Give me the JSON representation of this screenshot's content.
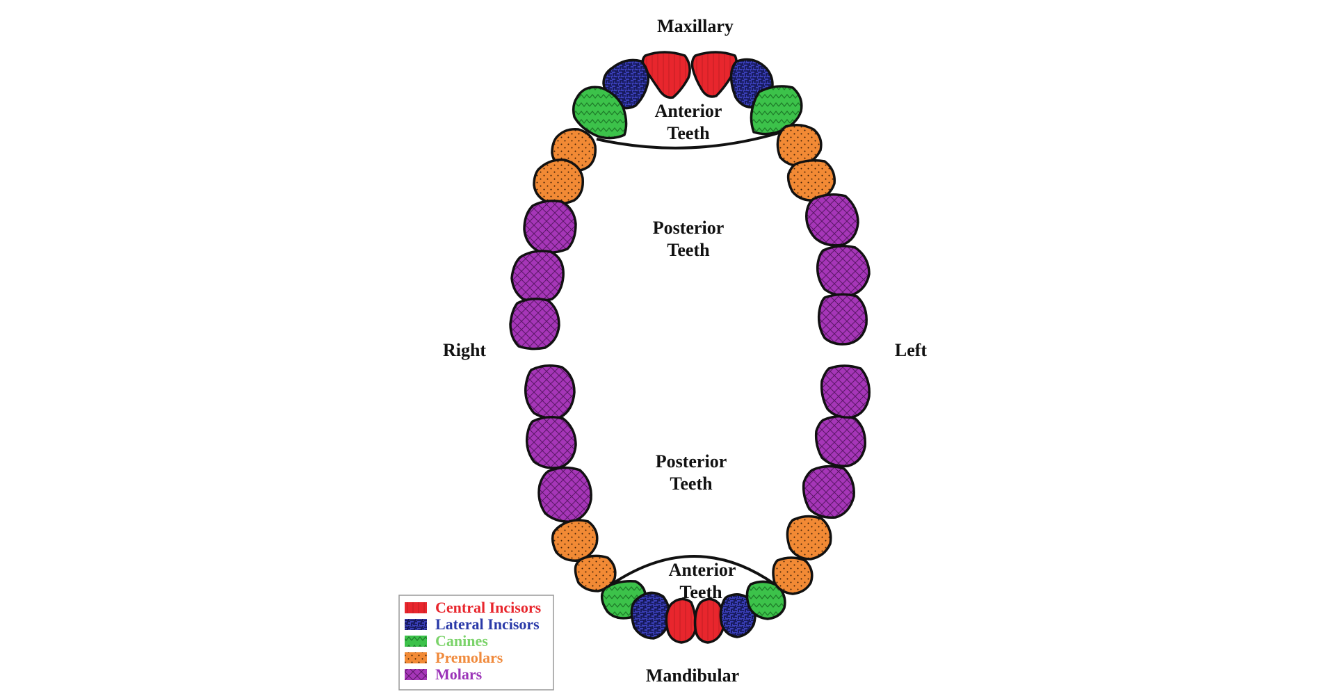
{
  "labels": {
    "maxillary": "Maxillary",
    "mandibular": "Mandibular",
    "right": "Right",
    "left": "Left",
    "upper_anterior": [
      "Anterior",
      "Teeth"
    ],
    "upper_posterior": [
      "Posterior",
      "Teeth"
    ],
    "lower_posterior": [
      "Posterior",
      "Teeth"
    ],
    "lower_anterior": [
      "Anterior",
      "Teeth"
    ]
  },
  "legend": [
    {
      "label": "Central Incisors",
      "type": "central",
      "text_color": "#e8262d",
      "fill": "#e8262d"
    },
    {
      "label": "Lateral Incisors",
      "type": "lateral",
      "text_color": "#2a3aa8",
      "fill": "#3a3fb8"
    },
    {
      "label": "Canines",
      "type": "canine",
      "text_color": "#7bd36a",
      "fill": "#3cc24a"
    },
    {
      "label": "Premolars",
      "type": "premolar",
      "text_color": "#f08a3c",
      "fill": "#f28a35"
    },
    {
      "label": "Molars",
      "type": "molar",
      "text_color": "#9b34b8",
      "fill": "#a636b8"
    }
  ],
  "colors": {
    "central": "#e8262d",
    "lateral": "#3a3fb8",
    "canine": "#3cc24a",
    "premolar": "#f28a35",
    "molar": "#a636b8",
    "outline": "#111111"
  }
}
